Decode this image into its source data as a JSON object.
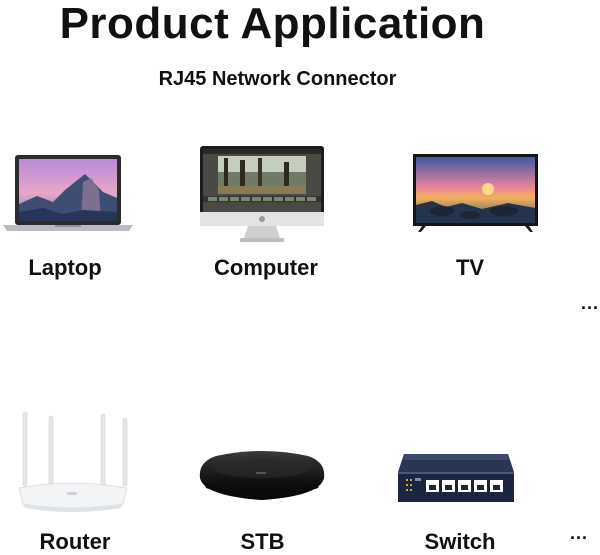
{
  "title": "Product Application",
  "subtitle": "RJ45 Network Connector",
  "devices": [
    {
      "label": "Laptop",
      "icon": "laptop-icon"
    },
    {
      "label": "Computer",
      "icon": "desktop-computer-icon"
    },
    {
      "label": "TV",
      "icon": "tv-icon"
    },
    {
      "label": "Router",
      "icon": "router-icon"
    },
    {
      "label": "STB",
      "icon": "set-top-box-icon"
    },
    {
      "label": "Switch",
      "icon": "network-switch-icon"
    }
  ],
  "more_indicator": "...",
  "colors": {
    "text": "#111111",
    "background": "#ffffff",
    "switch_body": "#1f2a44",
    "stb_body": "#141414"
  }
}
